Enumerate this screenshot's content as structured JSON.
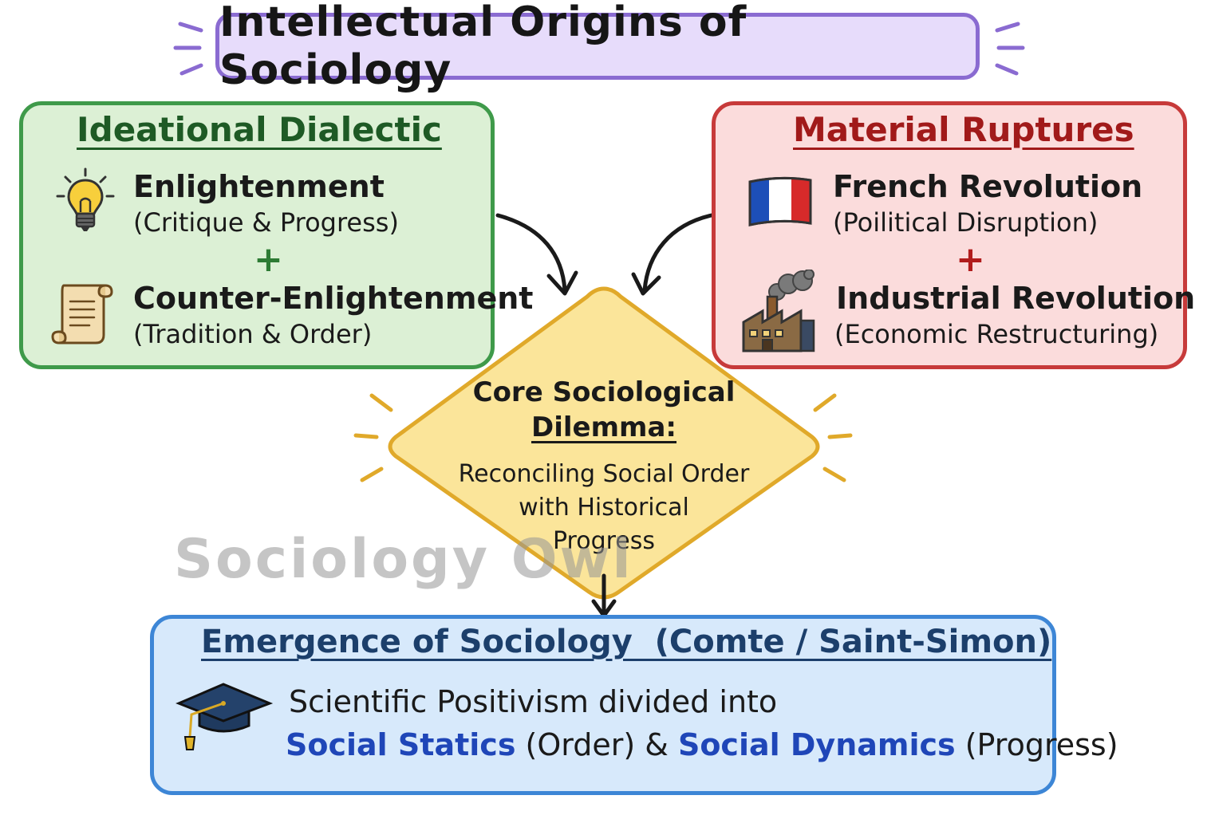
{
  "title": "Intellectual Origins of Sociology",
  "ideational": {
    "heading": "Ideational Dialectic",
    "item1": {
      "label": "Enlightenment",
      "sub": "(Critique & Progress)",
      "icon": "lightbulb-icon"
    },
    "plus": "+",
    "item2": {
      "label": "Counter-Enlightenment",
      "sub": "(Tradition & Order)",
      "icon": "scroll-icon"
    }
  },
  "material": {
    "heading": "Material Ruptures",
    "item1": {
      "label": "French Revolution",
      "sub": "(Poilitical Disruption)",
      "icon": "french-flag-icon"
    },
    "plus": "+",
    "item2": {
      "label": "Industrial Revolution",
      "sub": "(Economic Restructuring)",
      "icon": "factory-icon"
    }
  },
  "dilemma": {
    "title_line1": "Core Sociological",
    "title_line2": "Dilemma:",
    "sub_line1": "Reconciling Social Order",
    "sub_line2": "with Historical",
    "sub_line3": "Progress"
  },
  "emergence": {
    "heading": "Emergence of Sociology  (Comte / Saint-Simon)",
    "line1": "Scientific Positivism divided into",
    "term1": "Social Statics",
    "term1_note": " (Order) & ",
    "term2": "Social Dynamics",
    "term2_note": " (Progress)",
    "icon": "graduation-cap-icon"
  },
  "watermark": "Sociology Owl",
  "colors": {
    "title_bg": "#e7dcfb",
    "title_border": "#8a6bd1",
    "green_bg": "#dcf0d5",
    "green_border": "#3f9a4a",
    "red_bg": "#fbdcdc",
    "red_border": "#c73a3a",
    "diamond_bg": "#fbe59a",
    "diamond_border": "#e0a92a",
    "blue_bg": "#d7e9fb",
    "blue_border": "#3d86d6",
    "term_blue": "#1f46b8"
  }
}
